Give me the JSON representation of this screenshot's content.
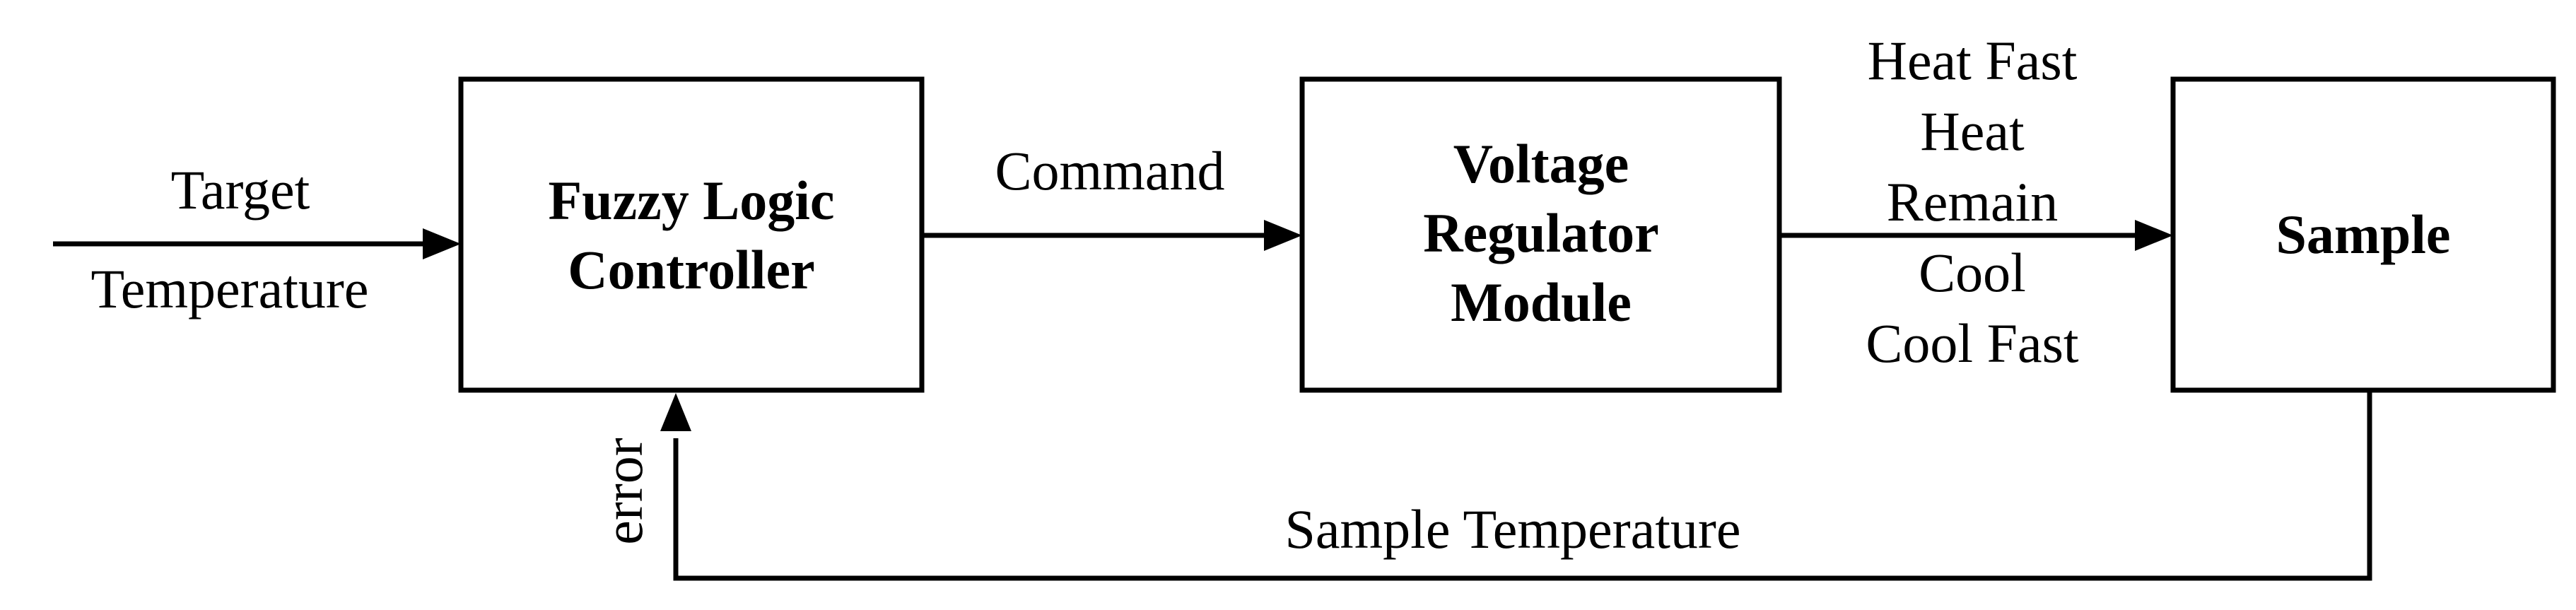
{
  "diagram": {
    "blocks": {
      "controller": {
        "line1": "Fuzzy Logic",
        "line2": "Controller"
      },
      "regulator": {
        "line1": "Voltage",
        "line2": "Regulator",
        "line3": "Module"
      },
      "sample": {
        "label": "Sample"
      }
    },
    "input": {
      "line1": "Target",
      "line2": "Temperature"
    },
    "command_label": "Command",
    "states": [
      "Heat Fast",
      "Heat",
      "Remain",
      "Cool",
      "Cool Fast"
    ],
    "feedback_label": "Sample Temperature",
    "error_label": "error"
  }
}
